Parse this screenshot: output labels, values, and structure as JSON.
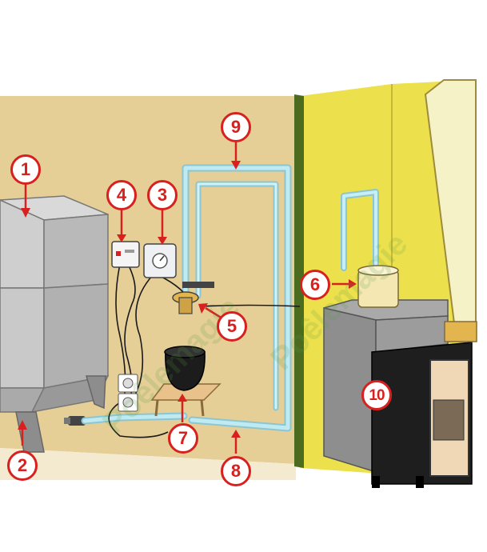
{
  "callouts": [
    {
      "id": "c1",
      "label": "1",
      "part": "storage-tank"
    },
    {
      "id": "c2",
      "label": "2",
      "part": "tank-outlet"
    },
    {
      "id": "c3",
      "label": "3",
      "part": "control-box"
    },
    {
      "id": "c4",
      "label": "4",
      "part": "electric-box"
    },
    {
      "id": "c5",
      "label": "5",
      "part": "pump-filter"
    },
    {
      "id": "c6",
      "label": "6",
      "part": "heater-cartridge"
    },
    {
      "id": "c7",
      "label": "7",
      "part": "water-pump"
    },
    {
      "id": "c8",
      "label": "8",
      "part": "supply-pipe"
    },
    {
      "id": "c9",
      "label": "9",
      "part": "return-pipe"
    },
    {
      "id": "c10",
      "label": "10",
      "part": "wood-stove"
    }
  ],
  "watermark": "Poêlemagie",
  "colors": {
    "wall": "#e5cf97",
    "partition": "#ede04d",
    "accent_red": "#d8201e",
    "pipe": "#a6dfe9"
  }
}
